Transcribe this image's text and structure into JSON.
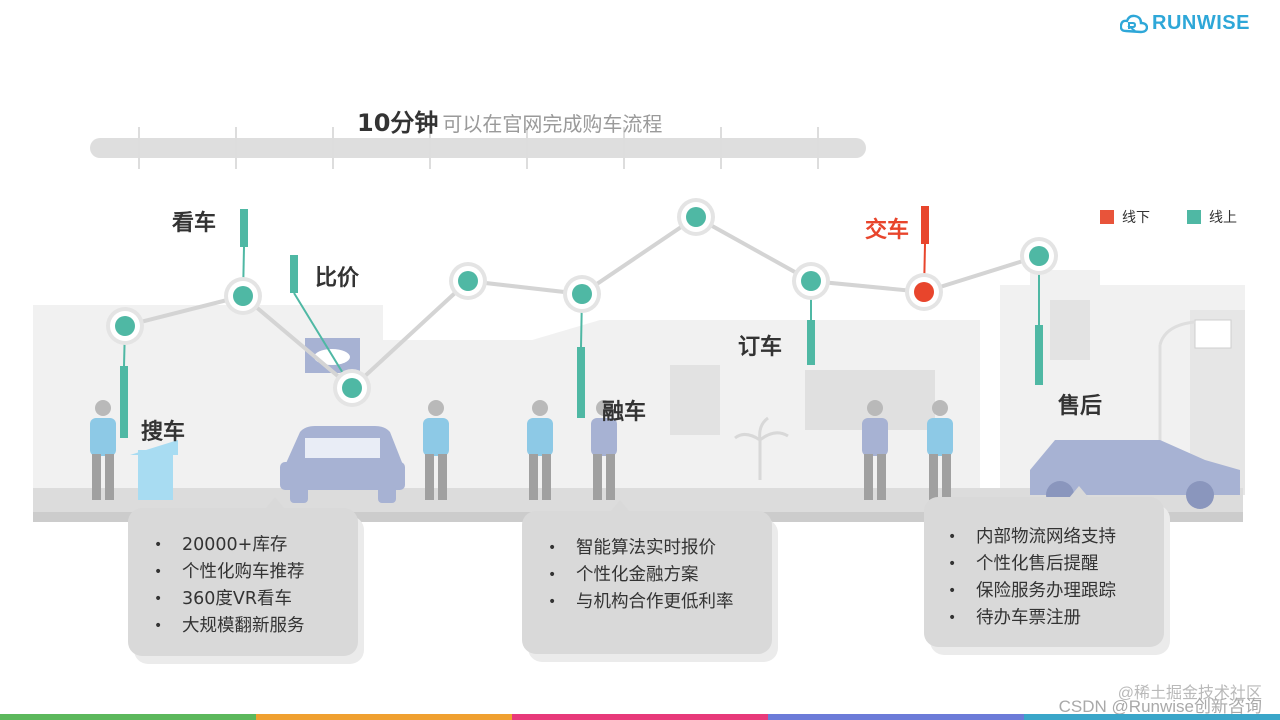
{
  "brand": {
    "logo_text": "RUNWISE",
    "color": "#2ea7d8"
  },
  "headline": {
    "emphasis": "10分钟",
    "text": "可以在官网完成购车流程"
  },
  "legend": [
    {
      "label": "线下",
      "color": "#e8543a"
    },
    {
      "label": "线上",
      "color": "#4fb8a4"
    }
  ],
  "steps": [
    {
      "label": "搜车",
      "channel": "online"
    },
    {
      "label": "看车",
      "channel": "online"
    },
    {
      "label": "比价",
      "channel": "online"
    },
    {
      "label": "融车",
      "channel": "online"
    },
    {
      "label": "订车",
      "channel": "online"
    },
    {
      "label": "交车",
      "channel": "offline"
    },
    {
      "label": "售后",
      "channel": "online"
    }
  ],
  "cards": {
    "left": [
      "20000+库存",
      "个性化购车推荐",
      "360度VR看车",
      "大规模翻新服务"
    ],
    "middle": [
      "智能算法实时报价",
      "个性化金融方案",
      "与机构合作更低利率"
    ],
    "right": [
      "内部物流网络支持",
      "个性化售后提醒",
      "保险服务办理跟踪",
      "待办车票注册"
    ]
  },
  "watermarks": [
    "@稀土掘金技术社区",
    "CSDN @Runwise创新咨询"
  ],
  "colors": {
    "online": "#4fb8a4",
    "offline": "#e8452c",
    "line": "#d4d4d4",
    "bottom_bar": [
      "#5cb85c",
      "#f0a030",
      "#e83a7a",
      "#6c7bd8",
      "#3aa6c9"
    ]
  }
}
